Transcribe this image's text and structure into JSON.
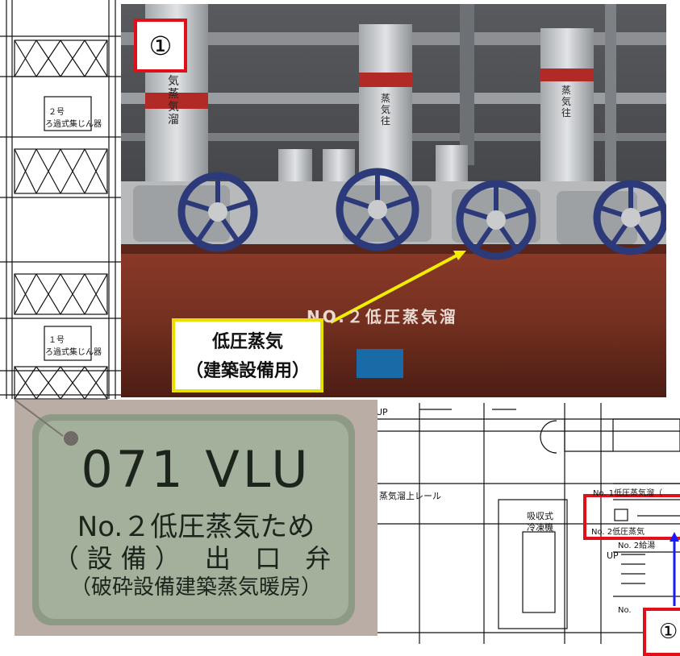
{
  "badges": {
    "photo_marker": "①",
    "plan_marker": "①"
  },
  "photo": {
    "header_label": "NO.２低圧蒸気溜",
    "pipe_label_left_1": "気",
    "pipe_label_left_2": "蒸",
    "pipe_label_left_3": "気",
    "pipe_label_left_4": "溜",
    "pipe_label_mid_1": "蒸",
    "pipe_label_mid_2": "気",
    "pipe_label_mid_3": "往",
    "pipe_label_right_1": "蒸",
    "pipe_label_right_2": "気",
    "pipe_label_right_3": "往",
    "callout_line1": "低圧蒸気",
    "callout_line2": "（建築設備用）"
  },
  "tag": {
    "code": "071 VLU",
    "line1": "No.２低圧蒸気ため",
    "line2": "（設備） 出 口 弁",
    "line3": "（破砕設備建築蒸気暖房）"
  },
  "plan": {
    "unit2_label_a": "２号",
    "unit2_label_b": "ろ過式集じん器",
    "unit1_label_a": "１号",
    "unit1_label_b": "ろ過式集じん器",
    "header_rail": "蒸気溜上レール",
    "absorption_chiller_1": "吸収式",
    "absorption_chiller_2": "冷凍機",
    "up_label_1": "UP",
    "up_label_2": "UP",
    "header_no1": "No. 1低圧蒸気溜（",
    "header_no2": "No. 2低圧蒸気",
    "header_no2b": "No. 2給湯",
    "header_no_short": "No."
  },
  "colors": {
    "badge_border": "#e0101a",
    "callout_border": "#e8e000",
    "arrow_yellow": "#f2ee00",
    "arrow_blue": "#1a1aff",
    "header_pipe": "#7a2a1c",
    "valve_wheel": "#2c3a7a"
  }
}
